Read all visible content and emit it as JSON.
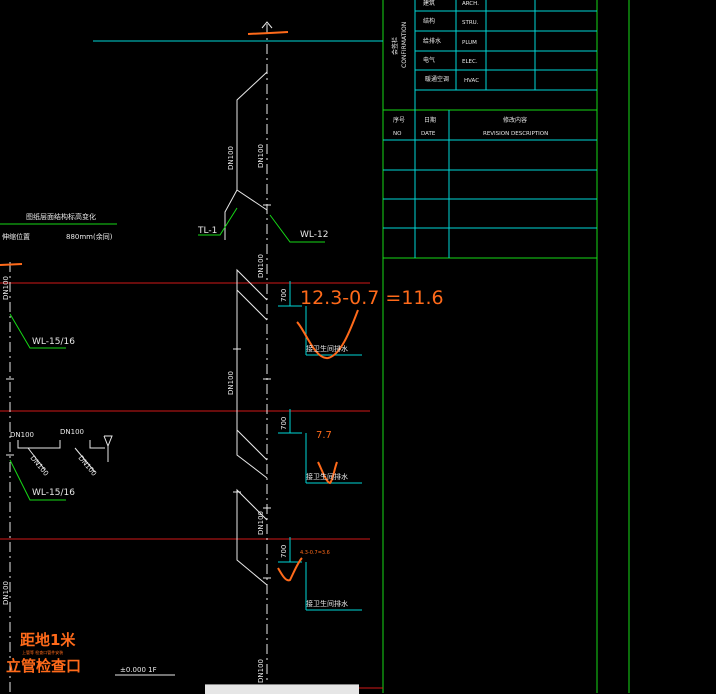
{
  "title_block": {
    "confirmation_label": "CONFIRMATION",
    "confirmation_cn": "会签栏",
    "disciplines": [
      {
        "cn": "建筑",
        "en": "ARCH."
      },
      {
        "cn": "结构",
        "en": "STRU."
      },
      {
        "cn": "给排水",
        "en": "PLUM"
      },
      {
        "cn": "电气",
        "en": "ELEC."
      },
      {
        "cn": "暖通空调",
        "en": "HVAC"
      }
    ],
    "revision_headers": {
      "no_cn": "序号",
      "no_en": "NO",
      "date_cn": "日期",
      "date_en": "DATE",
      "desc_cn": "修改内容",
      "desc_en": "REVISION DESCRIPTION"
    }
  },
  "drawing": {
    "left_note_line1": "图纸层面结构标高变化",
    "left_note_line2": "伸缩位置",
    "left_note_line3": "880mm(余同)",
    "pipe_labels": {
      "dn100_a": "DN100",
      "dn100_b": "DN100",
      "dn100_c": "DN100",
      "dn100_d": "DN100",
      "dn100_e": "DN100",
      "dn100_f": "DN100",
      "dn100_g": "DN100",
      "dn100_h": "DN100",
      "dn100_left": "DN100",
      "dn100_left2": "DN100",
      "dn100_h1": "DN100",
      "dn100_h2": "DN100",
      "dn100_s1": "DN100",
      "dn100_s2": "DN100"
    },
    "tl1": "TL-1",
    "wl12": "WL-12",
    "wl1516_a": "WL-15/16",
    "wl1516_b": "WL-15/16",
    "dim_700_a": "700",
    "dim_700_b": "700",
    "dim_700_c": "700",
    "fixture_a": "接卫生间排水",
    "fixture_b": "接卫生间排水",
    "fixture_c": "接卫生间排水",
    "level_1f": "±0.000  1F"
  },
  "annotations": {
    "calc_top": "12.3-0.7 =11.6",
    "calc_mid": "7.7",
    "calc_low": "4.3-0.7=3.6",
    "note_height": "距地1米",
    "note_cleanout": "立管检查口",
    "note_small": "上管等 检查口管件安装"
  },
  "colors": {
    "background": "#000000",
    "cyan": "#00d6d6",
    "green": "#16d816",
    "white": "#e8e8e8",
    "red_line": "#d01818",
    "orange": "#ff6a1a"
  }
}
